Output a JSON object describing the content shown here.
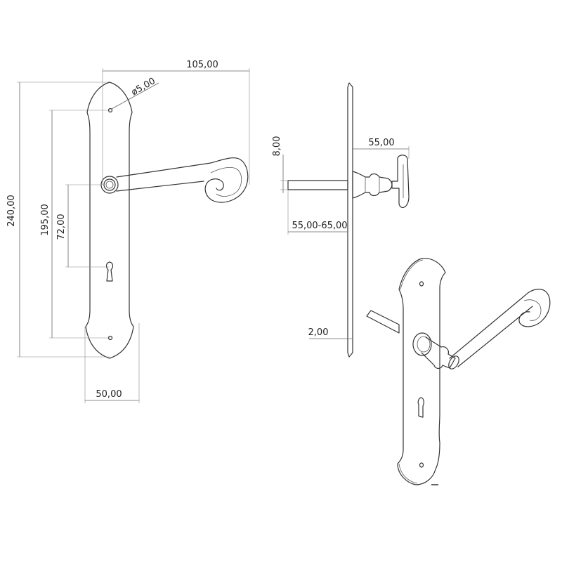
{
  "dimensions": {
    "overall_width": "105,00",
    "hole_diameter": "ø5,00",
    "overall_height": "240,00",
    "hole_spacing": "195,00",
    "handle_to_keyhole": "72,00",
    "plate_width": "50,00",
    "spindle_square": "8,00",
    "handle_projection": "55,00",
    "spindle_length": "55,00-65,00",
    "plate_thickness": "2,00"
  }
}
